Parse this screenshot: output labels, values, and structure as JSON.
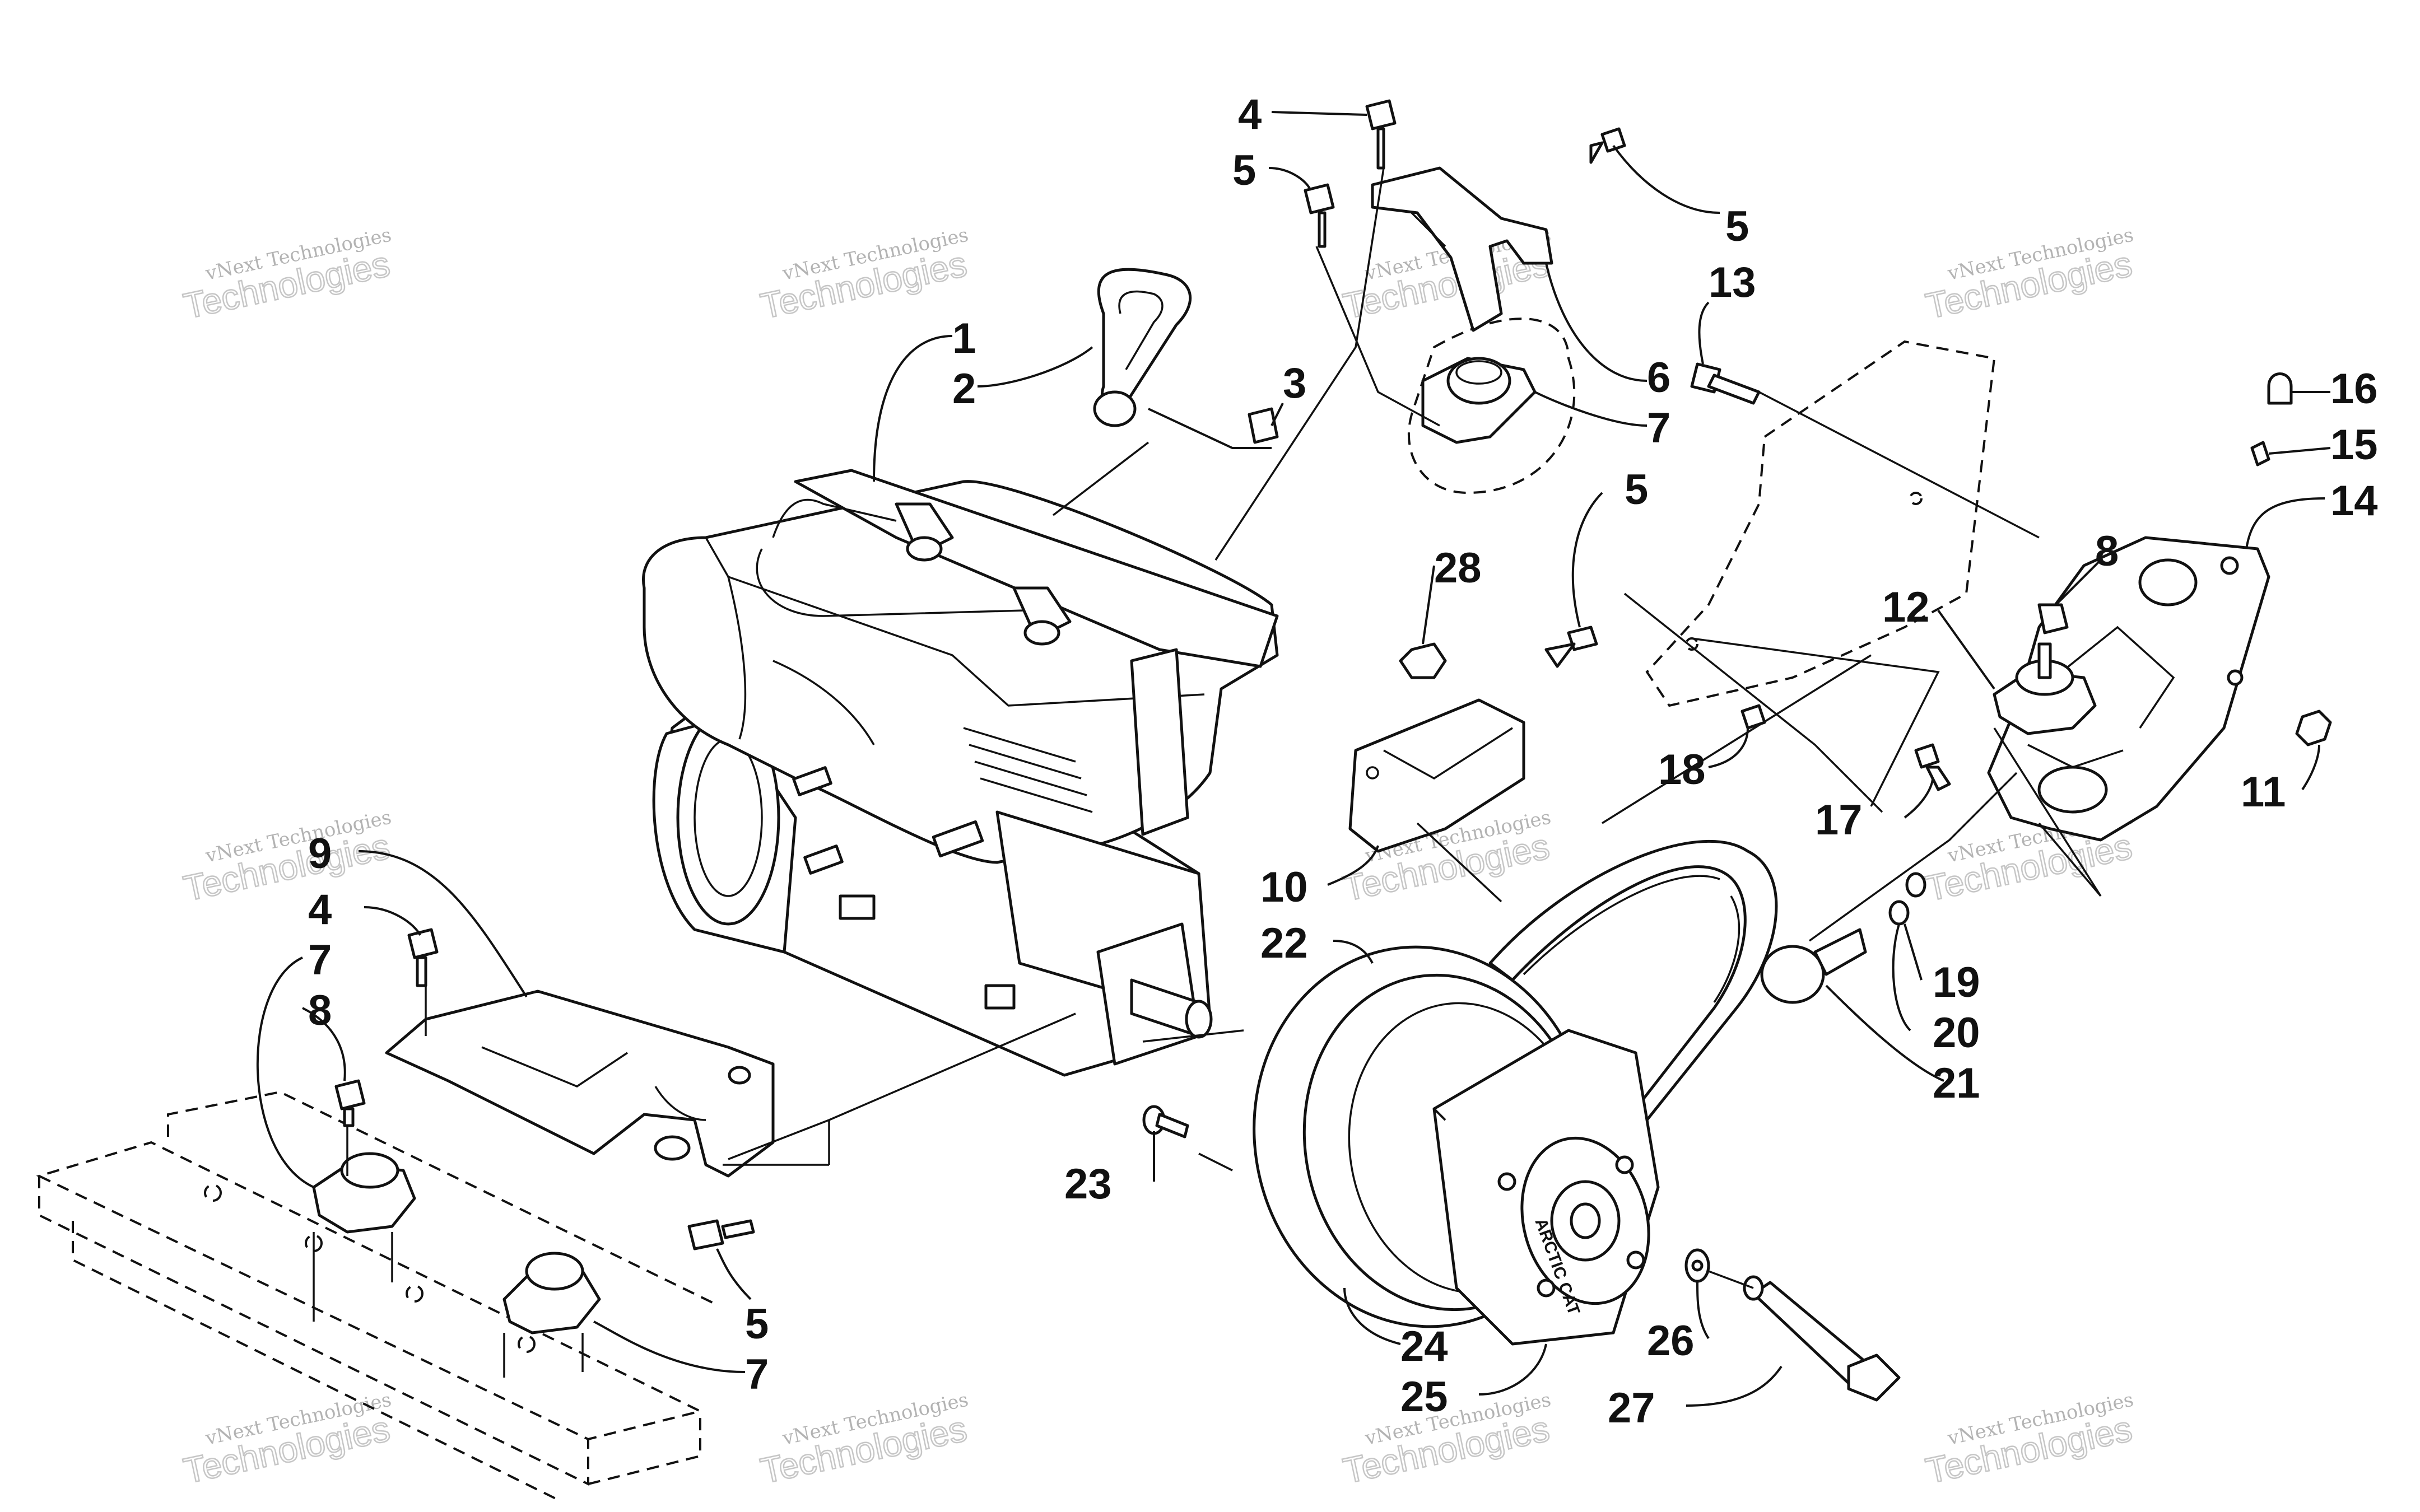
{
  "watermark": {
    "line1": "vNext Technologies",
    "line2": "Technologies"
  },
  "callouts": {
    "c1": "1",
    "c2": "2",
    "c3": "3",
    "c4a": "4",
    "c4b": "4",
    "c5a": "5",
    "c5b": "5",
    "c5c": "5",
    "c5d": "5",
    "c6": "6",
    "c7a": "7",
    "c7b": "7",
    "c7c": "7",
    "c8a": "8",
    "c8b": "8",
    "c9": "9",
    "c10": "10",
    "c11": "11",
    "c12": "12",
    "c13": "13",
    "c14": "14",
    "c15": "15",
    "c16": "16",
    "c17": "17",
    "c18": "18",
    "c19": "19",
    "c20": "20",
    "c21": "21",
    "c22": "22",
    "c23": "23",
    "c24": "24",
    "c25": "25",
    "c26": "26",
    "c27": "27",
    "c28": "28"
  },
  "stamp": "ARCTIC CAT"
}
